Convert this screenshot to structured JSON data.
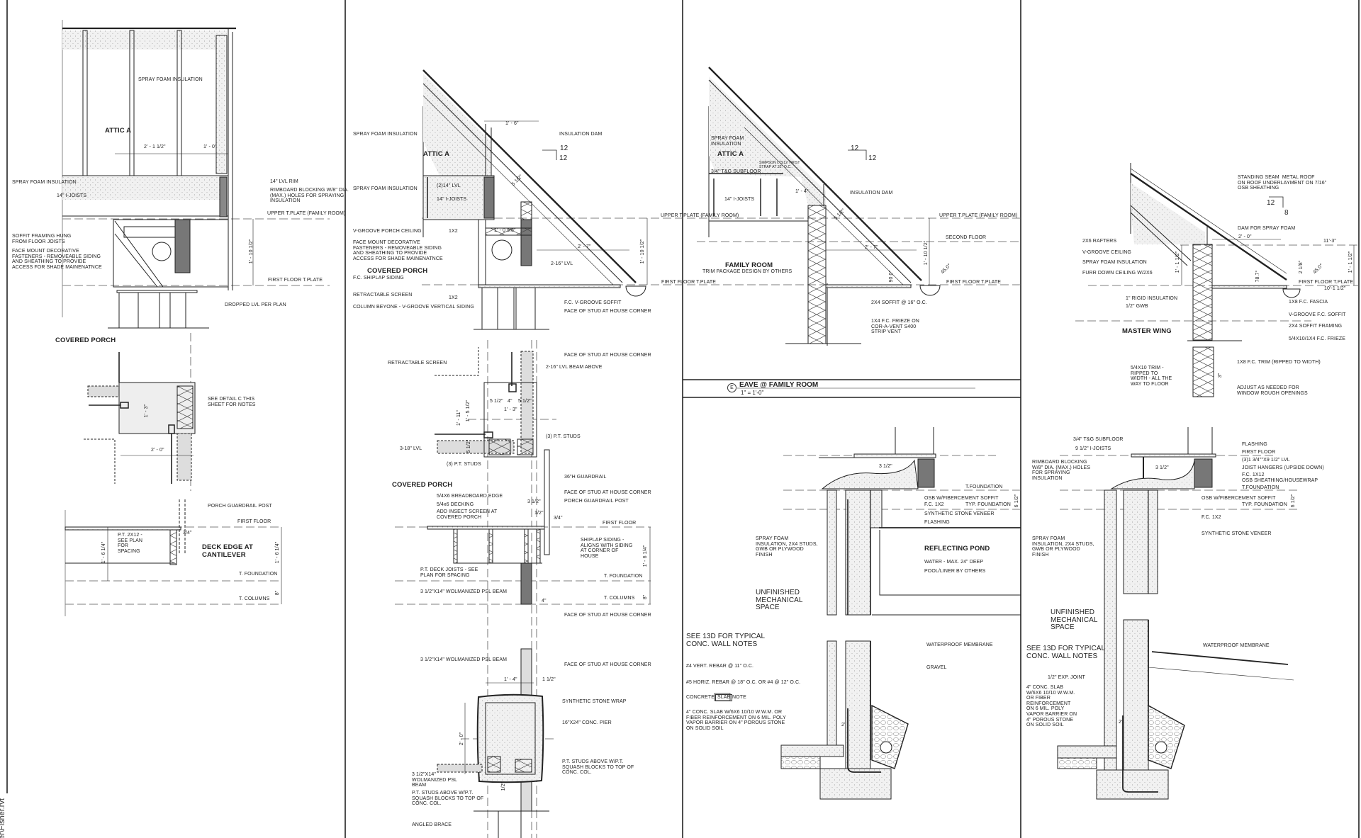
{
  "sheet": {
    "file_path": "er\\Fisher.rvt",
    "line_color": "#222222",
    "fill_gray": "#d9d9d9",
    "member_dark": "#7a7a7a"
  },
  "title_block": {
    "detail_tag": "E",
    "title": "EAVE @ FAMILY ROOM",
    "scale": "1\" = 1'-0\""
  },
  "panel_1": {
    "labels": [
      "SPRAY FOAM INSULATION",
      "ATTIC A",
      "2' - 1 1/2\"",
      "1' - 0\"",
      "SPRAY FOAM INSULATION",
      "14\" I-JOISTS",
      "14\" LVL RIM",
      "RIMBOARD BLOCKING W/8\" DIA.\n(MAX.) HOLES FOR SPRAYING\nINSULATION",
      "UPPER T.PLATE (FAMILY ROOM)",
      "SOFFIT FRAMING HUNG\nFROM FLOOR JOISTS",
      "FACE MOUNT DECORATIVE\nFASTENERS - REMOVEABLE SIDING\nAND SHEATHING TO PROVIDE\nACCESS FOR SHADE MAINENATNCE",
      "1' - 10 1/2\"",
      "FIRST FLOOR T.PLATE",
      "DROPPED LVL PER PLAN",
      "COVERED PORCH",
      "SEE DETAIL C THIS\nSHEET FOR NOTES",
      "1' - 3\"",
      "2' - 0\"",
      "PORCH GUARDRAIL POST",
      "FIRST FLOOR",
      "P.T. 2X12 -\nSEE PLAN\nFOR\nSPACING",
      "3/4\"",
      "DECK EDGE AT\nCANTILEVER",
      "1' - 6 1/4\"",
      "1' - 6 1/4\"",
      "T. FOUNDATION",
      "8\"",
      "T. COLUMNS"
    ]
  },
  "panel_2": {
    "labels": [
      "SPRAY FOAM INSULATION",
      "ATTIC A",
      "1' - 6\"",
      "INSULATION DAM",
      "SPRAY FOAM INSULATION",
      "(2)14\" LVL",
      "14\" I-JOISTS",
      "5 1/2\"",
      "V-GROOVE PORCH CEILING",
      "1X2",
      "1' - 0 5/8\"",
      "FACE MOUNT DECORATIVE\nFASTENERS - REMOVEABLE SIDING\nAND SHEATHING TO PROVIDE\nACCESS FOR SHADE MAINENATNCE",
      "2' - 7\"",
      "1' - 10 1/2\"",
      "2-16\" LVL",
      "COVERED PORCH",
      "F.C. SHIPLAP SIDING",
      "RETRACTABLE SCREEN",
      "1X2",
      "F.C. V-GROOVE SOFFIT",
      "COLUMN BEYONE - V-GROOVE VERTICAL SIDING",
      "FACE OF STUD AT HOUSE CORNER",
      "UPPER T.PLATE (FAMILY ROOM)",
      "FIRST FLOOR T.PLATE",
      "FACE OF STUD AT HOUSE CORNER",
      "RETRACTABLE SCREEN",
      "2-16\" LVL BEAM ABOVE",
      "5 1/2\"",
      "4\"",
      "5 1/2\"",
      "1' - 3\"",
      "1' - 11\"",
      "1' - 5 1/2\"",
      "(3) P.T. STUDS",
      "3-18\" LVL",
      "5 1/2\"",
      "(3) P.T. STUDS",
      "36\"H GUARDRAIL",
      "COVERED PORCH",
      "FACE OF STUD AT HOUSE CORNER",
      "5/4X6 BREADBOARD EDGE",
      "3 1/2\"",
      "PORCH GUARDRAIL POST",
      "5/4x6 DECKING",
      "ADD INSECT SCREEN AT\nCOVERED PORCH",
      "1/2\"",
      "3/4\"",
      "FIRST FLOOR",
      "SHIPLAP SIDING -\nALIGNS WITH SIDING\nAT CORNER OF\nHOUSE",
      "1' - 6 1/4\"",
      "P.T. DECK JOISTS - SEE\nPLAN FOR SPACING",
      "T. FOUNDATION",
      "3 1/2\"X14\" WOLMANIZED PSL BEAM",
      "8\"",
      "T. COLUMNS",
      "4\"",
      "FACE OF STUD AT HOUSE CORNER",
      "3 1/2\"X14\" WOLMANIZED PSL BEAM",
      "FACE OF STUD AT HOUSE CORNER",
      "1' - 4\"",
      "1 1/2\"",
      "SYNTHETIC STONE WRAP",
      "16\"X24\" CONC. PIER",
      "2' - 0\"",
      "P.T. STUDS ABOVE W/P.T.\nSQUASH BLOCKS TO TOP OF\nCONC. COL.",
      "3 1/2\"X14\"\nWOLMANIZED PSL\nBEAM",
      "P.T. STUDS ABOVE W/P.T.\nSQUASH BLOCKS TO TOP OF\nCONC. COL.",
      "1/2\"",
      "ANGLED BRACE",
      "12",
      "12"
    ]
  },
  "panel_3": {
    "labels": [
      "SPRAY FOAM\nINSULATION",
      "ATTIC A",
      "SIMPSON LTS12 TWIST\nSTRAP AT 32\" O.C.",
      "3/4\" T&G SUBFLOOR",
      "14\" I-JOISTS",
      "1' - 4\"",
      "INSULATION DAM",
      "5 1/2\"",
      "UPPER T.PLATE (FAMILY ROOM)",
      "SECOND FLOOR",
      "2' - 7\"",
      "1' - 10 1/2\"",
      "FAMILY ROOM",
      "TRIM PACKAGE DESIGN BY OTHERS",
      "90.0°",
      "45.0°",
      "FIRST FLOOR T.PLATE",
      "2X4 SOFFIT @ 16\" O.C.",
      "1X4 F.C. FRIEZE ON\nCOR-A-VENT S400\nSTRIP VENT",
      "12",
      "12",
      "3 1/2\"",
      "T.FOUNDATION",
      "OSB W/FIBERCEMENT SOFFIT",
      "F.C. 1X2",
      "TYP. FOUNDATION",
      "6 1/2\"",
      "SYNTHETIC STONE VENEER",
      "FLASHING",
      "SPRAY FOAM\nINSULATION, 2X4 STUDS,\nGWB OR PLYWOOD\nFINISH",
      "REFLECTING POND",
      "WATER - MAX. 24\" DEEP",
      "POOL/LINER BY OTHERS",
      "UNFINISHED\nMECHANICAL\nSPACE",
      "SEE 13D FOR TYPICAL\nCONC. WALL NOTES",
      "WATERPROOF MEMBRANE",
      "#4 VERT. REBAR @ 11\" O.C.",
      "GRAVEL",
      "#5 HORIZ. REBAR @ 18\" O.C. OR #4 @ 12\" O.C.",
      "CONCRETE",
      "SLAB",
      "NOTE",
      "4\" CONC. SLAB W/6X6 10/10 W.W.M. OR\nFIBER REINFORCEMENT ON 6 MIL. POLY\nVAPOR BARRIER ON 4\" POROUS STONE\nON SOLID SOIL",
      "2\""
    ]
  },
  "panel_4": {
    "labels": [
      "STANDING SEAM  METAL ROOF\nON ROOF UNDERLAYMENT ON 7/16\"\nOSB SHEATHING",
      "12",
      "8",
      "DAM FOR SPRAY FOAM",
      "2' - 0\"",
      "11'-3\"",
      "2X6 RAFTERS",
      "V-GROOVE CEILING",
      "SPRAY FOAM INSULATION",
      "1' - 1 1/2\"",
      "1' - 1 1/2\"",
      "FURR DOWN CEILING W/2X6",
      "78.7°",
      "2 1/8\"",
      "45.0°",
      "FIRST FLOOR T.PLATE",
      "10'-1 1/2\"",
      "1\" RIGID INSULATION",
      "1X8 F.C. FASCIA",
      "1/2\" GWB",
      "V-GROOVE F.C. SOFFIT",
      "2X4 SOFFIT FRAMING",
      "MASTER WING",
      "5/4X10/1X4 F.C. FRIEZE",
      "1X8 F.C. TRIM (RIPPED TO WIDTH)",
      "5/4X10 TRIM -\nRIPPED TO\nWIDTH - ALL THE\nWAY TO FLOOR",
      "3\"",
      "ADJUST AS NEEDED FOR\nWINDOW ROUGH OPENINGS",
      "3/4\" T&G SUBFLOOR",
      "9 1/2\" I-JOISTS",
      "FLASHING",
      "FIRST FLOOR",
      "RIMBOARD BLOCKING\nW/8\" DIA. (MAX.) HOLES\nFOR SPRAYING\nINSULATION",
      "(3)1 3/4\"\"X9 1/2\" LVL",
      "3 1/2\"",
      "JOIST HANGERS (UPSIDE DOWN)",
      "F.C. 1X12",
      "OSB SHEATHING/HOUSEWRAP",
      "T.FOUNDATION",
      "OSB W/FIBERCEMENT SOFFIT",
      "6 1/2\"",
      "TYP. FOUNDATION",
      "F.C. 1X2",
      "SYNTHETIC STONE VENEER",
      "SPRAY FOAM\nINSULATION, 2X4 STUDS,\nGWB OR PLYWOOD\nFINISH",
      "UNFINISHED\nMECHANICAL\nSPACE",
      "WATERPROOF MEMBRANE",
      "SEE 13D FOR TYPICAL\nCONC. WALL NOTES",
      "1/2\" EXP. JOINT",
      "4\" CONC. SLAB\nW/6X6 10/10 W.W.M.\nOR FIBER\nREINFORCEMENT\nON 6 MIL. POLY\nVAPOR BARRIER ON\n4\" POROUS STONE\nON SOLID SOIL",
      "2\""
    ]
  }
}
